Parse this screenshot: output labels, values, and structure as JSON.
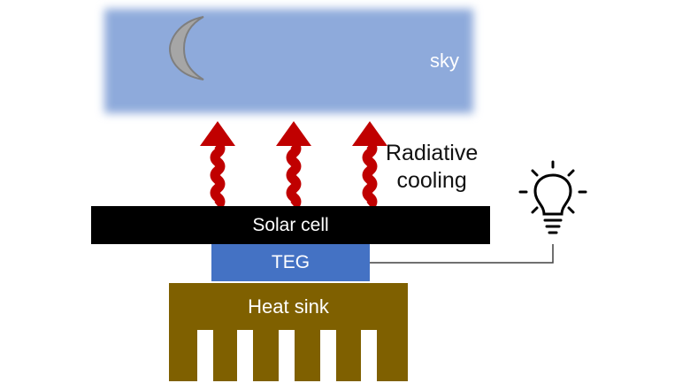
{
  "sky": {
    "label": "sky",
    "color": "#8eaadb"
  },
  "moon": {
    "icon": "moon-icon"
  },
  "radiation": {
    "label_line1": "Radiative",
    "label_line2": "cooling",
    "arrow_color": "#c00000",
    "arrow_count": 3
  },
  "layers": {
    "solar_cell": "Solar cell",
    "teg": "TEG",
    "heat_sink": "Heat sink"
  },
  "colors": {
    "solar_cell": "#000000",
    "teg": "#4472c4",
    "heat_sink": "#7f6000"
  },
  "load": {
    "icon": "light-bulb-icon"
  }
}
